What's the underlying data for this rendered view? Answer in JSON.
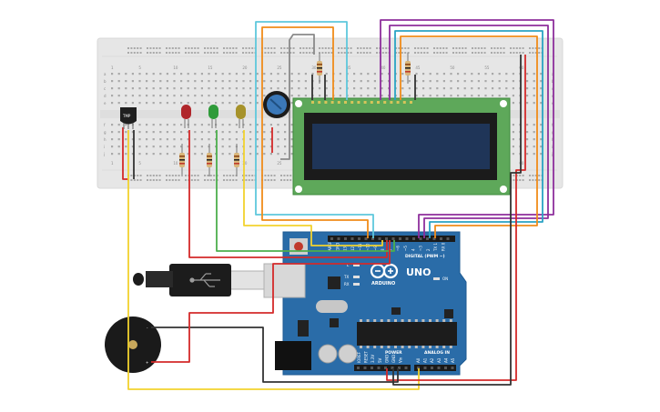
{
  "board": {
    "brand": "ARDUINO",
    "model": "UNO",
    "digital_label": "DIGITAL (PWM ~)",
    "power_label": "POWER",
    "analog_label": "ANALOG IN",
    "on_label": "ON",
    "l_label": "L",
    "tx_label": "TX",
    "rx_label": "RX",
    "power_pins": [
      "IOREF",
      "RESET",
      "3.3V",
      "5V",
      "GND",
      "GND",
      "Vin"
    ],
    "analog_pins": [
      "A0",
      "A1",
      "A2",
      "A3",
      "A4",
      "A5"
    ],
    "digital_pins": [
      "AREF",
      "GND",
      "13",
      "12",
      "~11",
      "~10",
      "~9",
      "8",
      "7",
      "~6",
      "~5",
      "4",
      "~3",
      "2",
      "TX 1",
      "RX 0"
    ]
  },
  "sensor": {
    "label": "TMP"
  },
  "buzzer": {
    "minus": "-",
    "plus": "+"
  },
  "breadboard": {
    "col_numbers": [
      "1",
      "5",
      "10",
      "15",
      "20",
      "25",
      "30",
      "35",
      "40",
      "45",
      "50",
      "55",
      "60"
    ],
    "row_letters": [
      "a",
      "b",
      "c",
      "d",
      "e",
      "f",
      "g",
      "h",
      "i",
      "j"
    ]
  },
  "colors": {
    "wire_red": "#d42a2a",
    "wire_black": "#333333",
    "wire_yellow": "#f2d22e",
    "wire_green": "#4caf4c",
    "wire_orange": "#f08c1a",
    "wire_purple": "#8e2f9c",
    "wire_teal": "#2aa3c4",
    "wire_cyan": "#5ec8dc",
    "wire_gray": "#8a8a8a",
    "board_blue": "#2a6ca8",
    "lcd_green": "#5ea85a",
    "lcd_screen": "#1f3558",
    "breadboard": "#e8e8e8"
  }
}
